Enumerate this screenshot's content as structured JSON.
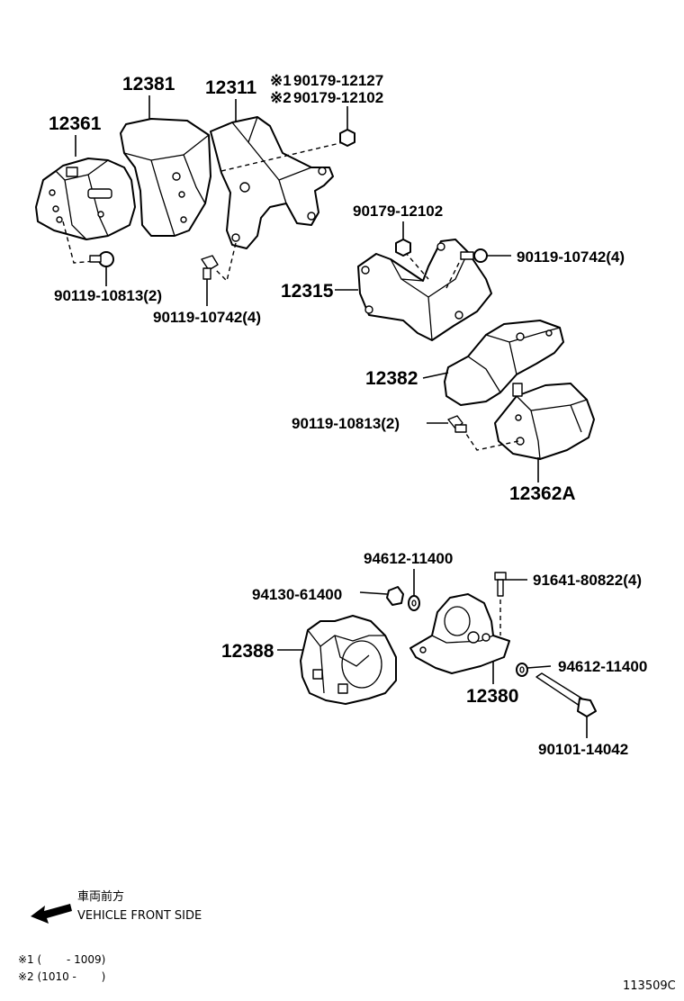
{
  "parts": {
    "p12381": "12381",
    "p12311": "12311",
    "p12361": "12361",
    "ref1_mark": "※1",
    "ref1_code": "90179-12127",
    "ref2_mark": "※2",
    "ref2_code": "90179-12102",
    "p90119_10813_a": "90119-10813(2)",
    "p90119_10742_a": "90119-10742(4)",
    "p90179_12102": "90179-12102",
    "p90119_10742_b": "90119-10742(4)",
    "p12315": "12315",
    "p12382": "12382",
    "p90119_10813_b": "90119-10813(2)",
    "p12362A": "12362A",
    "p94612_11400_a": "94612-11400",
    "p91641_80822": "91641-80822(4)",
    "p94130_61400": "94130-61400",
    "p12388": "12388",
    "p12380": "12380",
    "p94612_11400_b": "94612-11400",
    "p90101_14042": "90101-14042"
  },
  "direction": {
    "label_jp": "車両前方",
    "label_en": "VEHICLE FRONT SIDE"
  },
  "footnotes": {
    "note1": "※1 (　　 - 1009)",
    "note2": "※2 (1010 -　　 )"
  },
  "figure_id": "113509C"
}
